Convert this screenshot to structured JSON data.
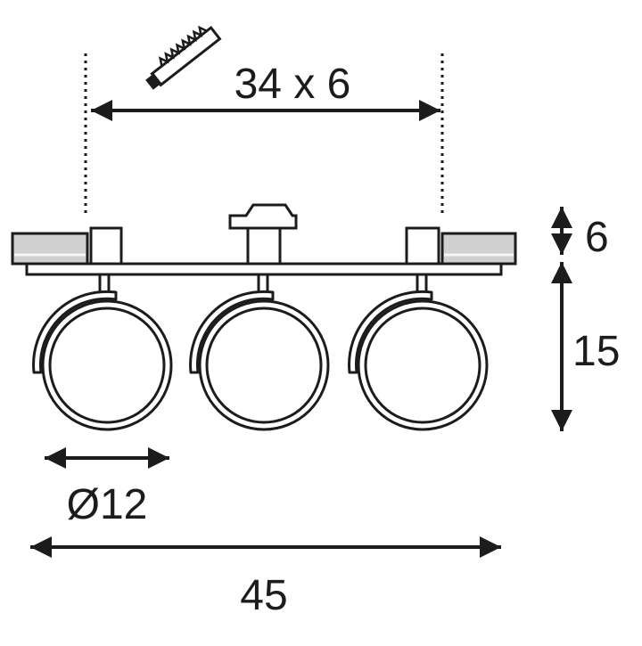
{
  "diagram": {
    "cutout_label": "34 x 6",
    "recess_depth_label": "6",
    "projection_label": "15",
    "diameter_label": "Ø12",
    "total_width_label": "45",
    "icons": [
      "saw-icon"
    ],
    "colors": {
      "stroke": "#1c1c1c",
      "ceiling_fill": "#d0d0d0",
      "lamp_fill": "#ffffff",
      "background": "#ffffff"
    }
  }
}
